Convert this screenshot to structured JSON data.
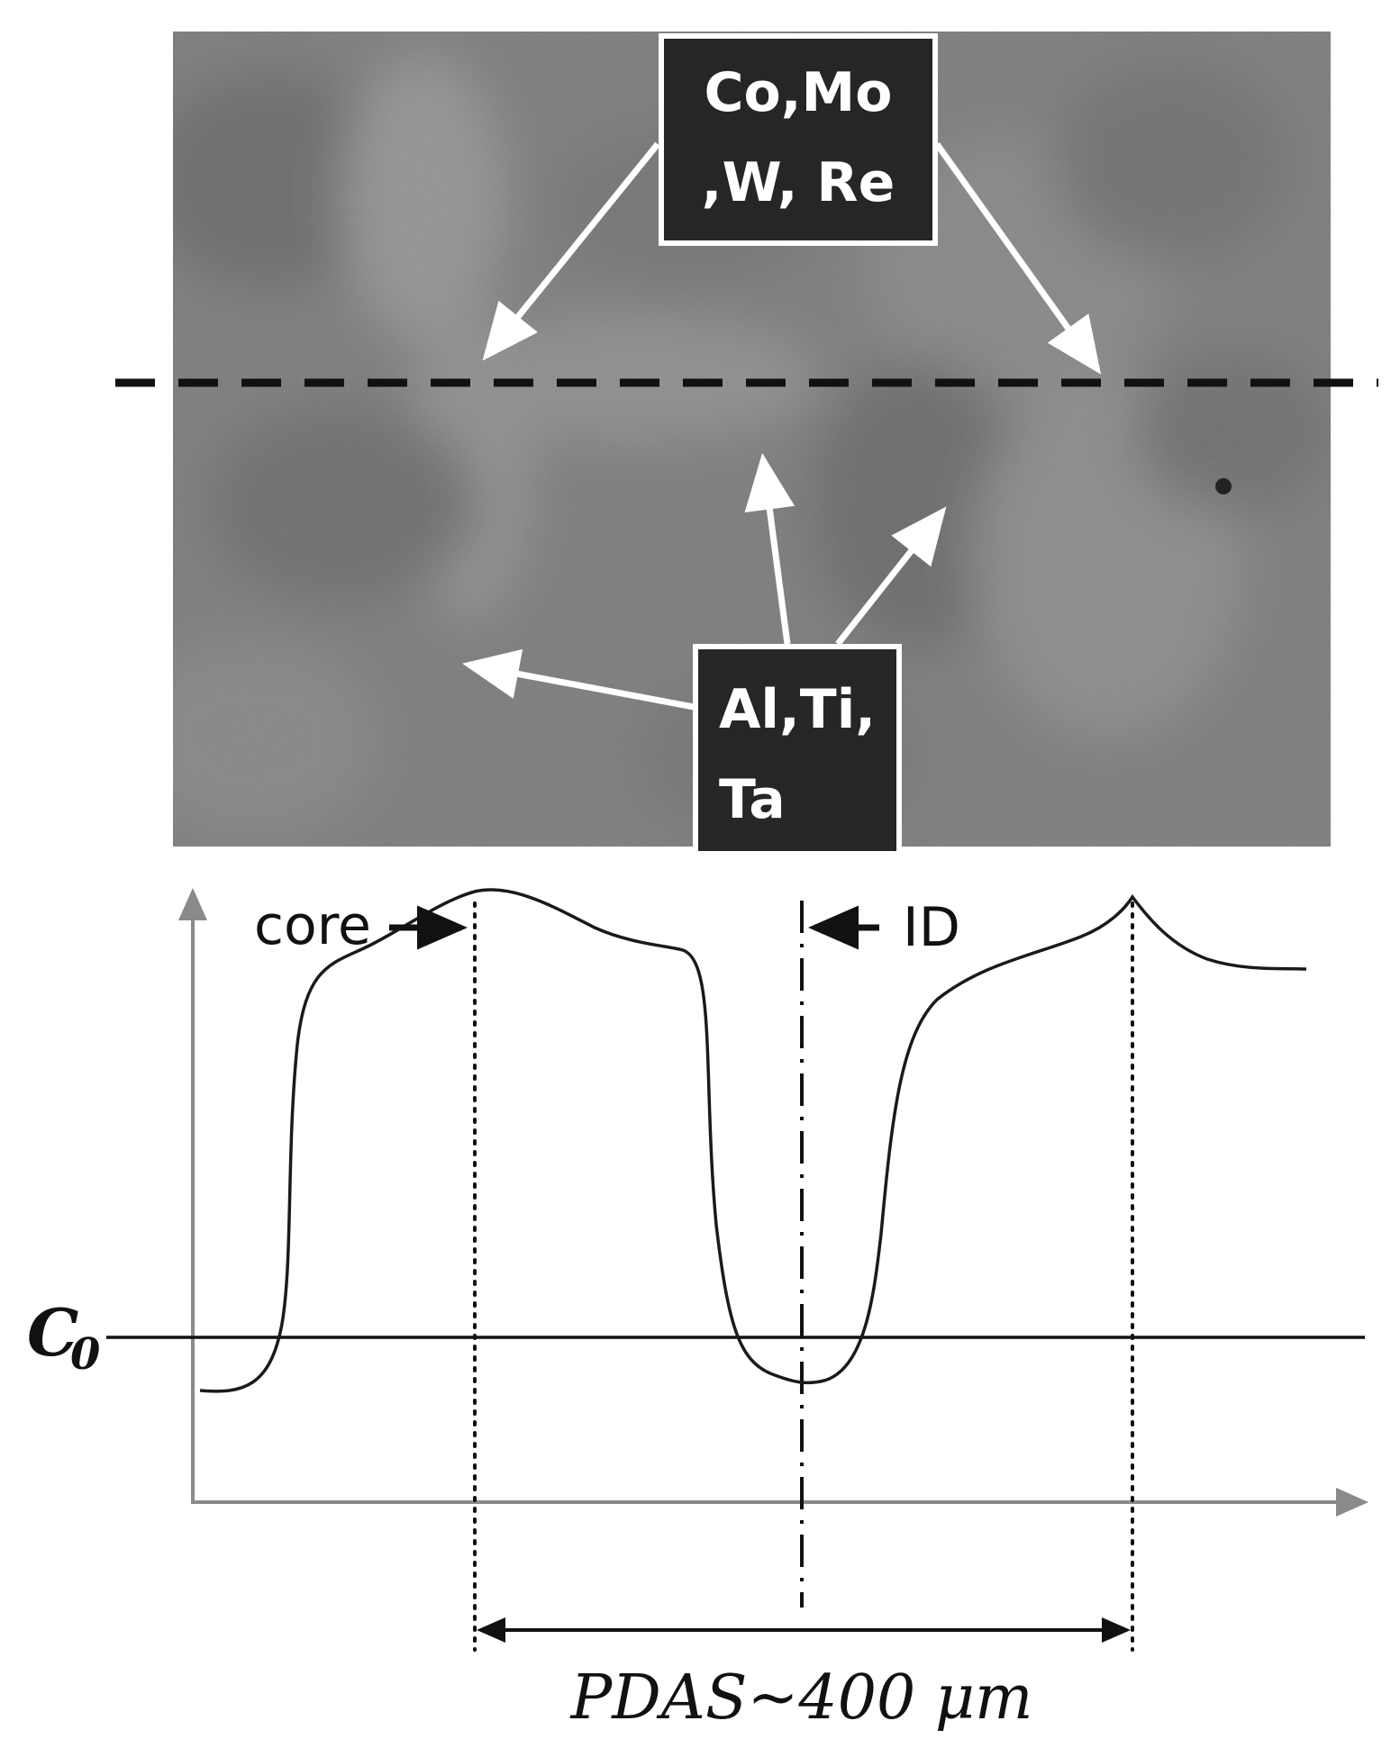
{
  "micrograph": {
    "top_label_lines": [
      "Co,Mo",
      ",W, Re"
    ],
    "bottom_label_lines": [
      "Al,Ti,",
      "Ta"
    ]
  },
  "profile": {
    "core_label": "core",
    "id_label": "ID",
    "c0_symbol": "C",
    "c0_subscript": "0",
    "pdas_label": "PDAS~400 μm"
  },
  "colors": {
    "label_box_fill": "#262626",
    "label_box_border": "#ffffff",
    "arrow": "#ffffff",
    "axis": "#8a8a8a",
    "curve": "#1a1a1a"
  }
}
